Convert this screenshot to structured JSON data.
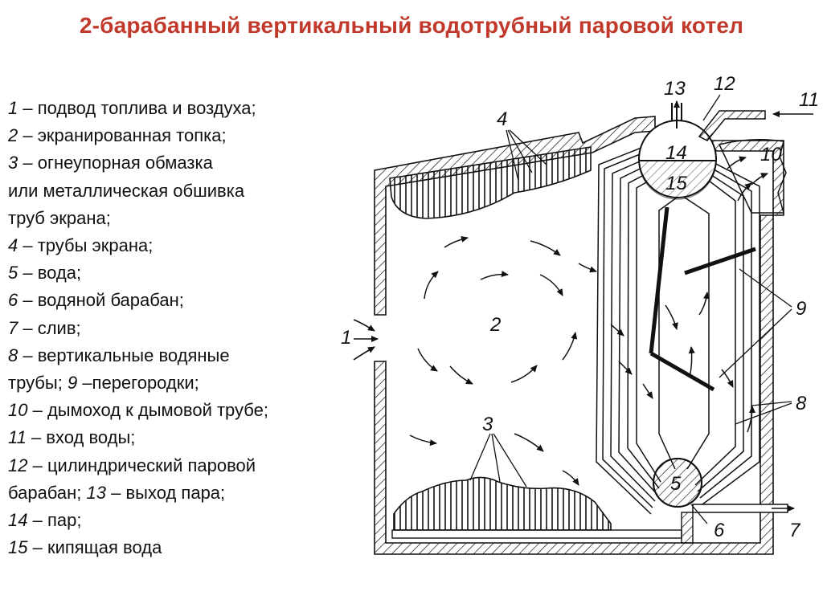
{
  "title": "2-барабанный вертикальный водотрубный паровой котел",
  "legend": [
    {
      "num": "1",
      "text": " – подвод топлива и воздуха;"
    },
    {
      "num": "2",
      "text": " – экранированная  топка;"
    },
    {
      "num": "3",
      "text": " – огнеупорная обмазка"
    },
    {
      "num": "",
      "text": "или металлическая обшивка"
    },
    {
      "num": "",
      "text": "труб экрана;"
    },
    {
      "num": "4",
      "text": " – трубы экрана;"
    },
    {
      "num": "5",
      "text": " – вода;"
    },
    {
      "num": "6",
      "text": " – водяной барабан;"
    },
    {
      "num": "7",
      "text": " – слив;"
    },
    {
      "num": "8",
      "text": " – вертикальные водяные"
    },
    {
      "num": "",
      "text": "трубы; ",
      "num2": "9",
      "text2": " –перегородки;"
    },
    {
      "num": "10",
      "text": " – дымоход к дымовой трубе;"
    },
    {
      "num": "11",
      "text": " – вход  воды;"
    },
    {
      "num": "12",
      "text": " – цилиндрический паровой"
    },
    {
      "num": "",
      "text": "барабан; ",
      "num2": "13",
      "text2": " – выход пара;"
    },
    {
      "num": "14",
      "text": " – пар;"
    },
    {
      "num": "15",
      "text": " – кипящая вода"
    }
  ],
  "diagram": {
    "labels": {
      "l1": "1",
      "l2": "2",
      "l3": "3",
      "l4": "4",
      "l5": "5",
      "l6": "6",
      "l7": "7",
      "l8": "8",
      "l9": "9",
      "l10": "10",
      "l11": "11",
      "l12": "12",
      "l13": "13",
      "l14": "14",
      "l15": "15"
    }
  },
  "colors": {
    "title": "#c0392b",
    "ink": "#111111"
  }
}
